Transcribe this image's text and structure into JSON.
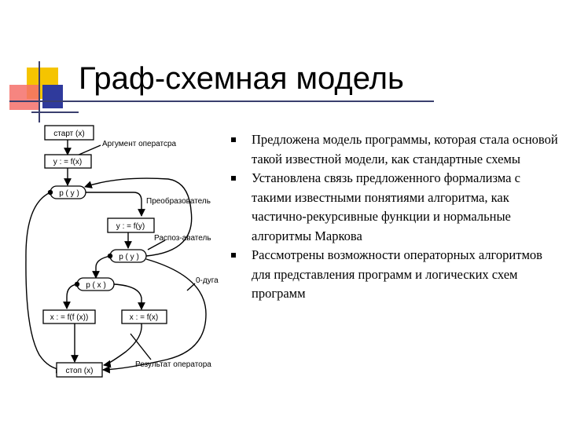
{
  "slide": {
    "title": "Граф-схемная модель",
    "colors": {
      "yellow": "#f5c400",
      "red": "#f4706a",
      "blue": "#2f3a9c",
      "line": "#1e2a66"
    }
  },
  "diagram": {
    "boxes": {
      "start": "старт (x)",
      "assign_y": "y : = f(x)",
      "assign_y2": "y : = f(y)",
      "assign_x_ffx": "x : = f(f (x))",
      "assign_x_fx": "x : = f(x)",
      "stop": "стоп (x)"
    },
    "predicates": {
      "p1": "p ( y )",
      "p2": "p ( y )",
      "p3": "p ( x )"
    },
    "labels": {
      "argument": "Аргумент оператсра",
      "transformer": "Преобразователь",
      "recognizer": "Распоз-аватель",
      "zero_arc": "0-дуга",
      "result": "Результат оператора"
    }
  },
  "bullets": [
    "Предложена модель программы, которая стала основой такой известной модели, как стандартные схемы",
    "Установлена связь предложенного формализма с такими известными понятиями алгоритма, как частично-рекурсивные функции и нормальные алгоритмы Маркова",
    "Рассмотрены возможности операторных алгоритмов для представления программ и логических схем программ"
  ]
}
